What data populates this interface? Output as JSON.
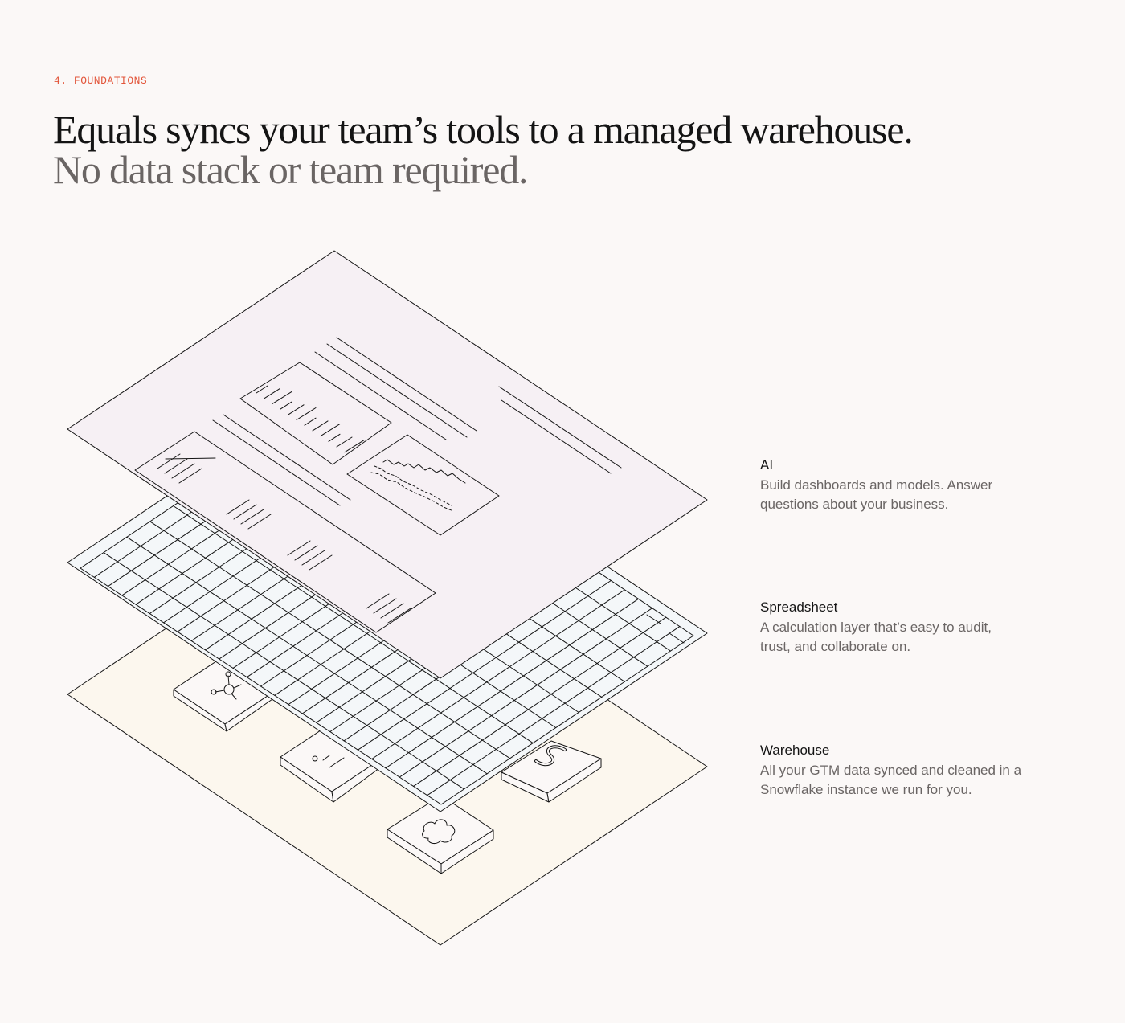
{
  "section": {
    "eyebrow": "4. FOUNDATIONS"
  },
  "headline": {
    "line1": "Equals syncs your team’s tools to a managed warehouse.",
    "line2": "No data stack or team required."
  },
  "layers": [
    {
      "title": "AI",
      "description": "Build dashboards and models. Answer questions about your business."
    },
    {
      "title": "Spreadsheet",
      "description": "A calculation layer that’s easy to audit, trust, and collaborate on."
    },
    {
      "title": "Warehouse",
      "description": "All your GTM data synced and cleaned in a Snowflake instance we run for you."
    }
  ],
  "diagram": {
    "layer_fills": {
      "ai": "#f6f0f4",
      "spreadsheet": "#f4f7f9",
      "warehouse": "#fcf7ee"
    },
    "source_icons": [
      "hubspot-icon",
      "bar-chart-icon",
      "salesforce-cloud-icon",
      "stripe-s-icon"
    ]
  },
  "colors": {
    "accent": "#e2553a",
    "ink": "#141414",
    "muted": "#6a6564",
    "background": "#fbf8f7"
  }
}
